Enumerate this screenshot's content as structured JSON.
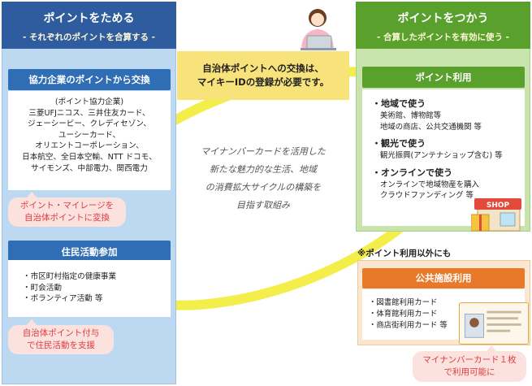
{
  "left": {
    "title": "ポイントをためる",
    "subtitle": "- それぞれのポイントを合算する -",
    "exchange": {
      "header": "協力企業のポイントから交換",
      "lines": [
        "(ポイント協力企業)",
        "三菱UFJニコス、三井住友カード、",
        "ジェーシービー、クレディセゾン、",
        "ユーシーカード、",
        "オリエントコーポレーション、",
        "日本航空、全日本空輸、NTT ドコモ、",
        "サイモンズ、中部電力、関西電力"
      ],
      "bubble": [
        "ポイント・マイレージを",
        "自治体ポイントに変換"
      ]
    },
    "resident": {
      "header": "住民活動参加",
      "items": [
        "・市区町村指定の健康事業",
        "・町会活動",
        "・ボランティア活動 等"
      ],
      "bubble": [
        "自治体ポイント付与",
        "で住民活動を支援"
      ]
    }
  },
  "middle": {
    "notice": [
      "自治体ポイントへの交換は、",
      "マイキーIDの登録が必要です。"
    ],
    "vision": [
      "マイナンバーカードを活用した",
      "新たな魅力的な生活、地域",
      "の消費拡大サイクルの構築を",
      "目指す取組み"
    ]
  },
  "right": {
    "title": "ポイントをつかう",
    "subtitle": "- 合算したポイントを有効に使う -",
    "use": {
      "header": "ポイント利用",
      "groups": [
        {
          "title": "・地域で使う",
          "lines": [
            "美術館、博物館等",
            "地域の商店、公共交通機関 等"
          ]
        },
        {
          "title": "・観光で使う",
          "lines": [
            "観光振興(アンテナショップ含む) 等"
          ]
        },
        {
          "title": "・オンラインで使う",
          "lines": [
            "オンラインで地域物産を購入",
            "クラウドファンディング 等"
          ]
        }
      ],
      "shop_label": "SHOP"
    },
    "note": "※ポイント利用以外にも",
    "facility": {
      "header": "公共施設利用",
      "items": [
        "・図書館利用カード",
        "・体育館利用カード",
        "・商店街利用カード 等"
      ],
      "bubble": [
        "マイナンバーカード１枚",
        "で利用可能に"
      ]
    }
  },
  "colors": {
    "left_header": "#2f5c9f",
    "left_panel": "#bcd9f1",
    "blue_bar": "#2f6db5",
    "right_header": "#5aa02c",
    "right_panel": "#c9e3ad",
    "orange_bar": "#e8792a",
    "orange_panel": "#fbe6cf",
    "yellow": "#f8e27a",
    "bubble_pink": "#fbe2df",
    "bubble_text": "#e03c3c"
  },
  "icons": [
    "woman-laptop-icon",
    "shop-icon",
    "my-number-card-icon"
  ]
}
